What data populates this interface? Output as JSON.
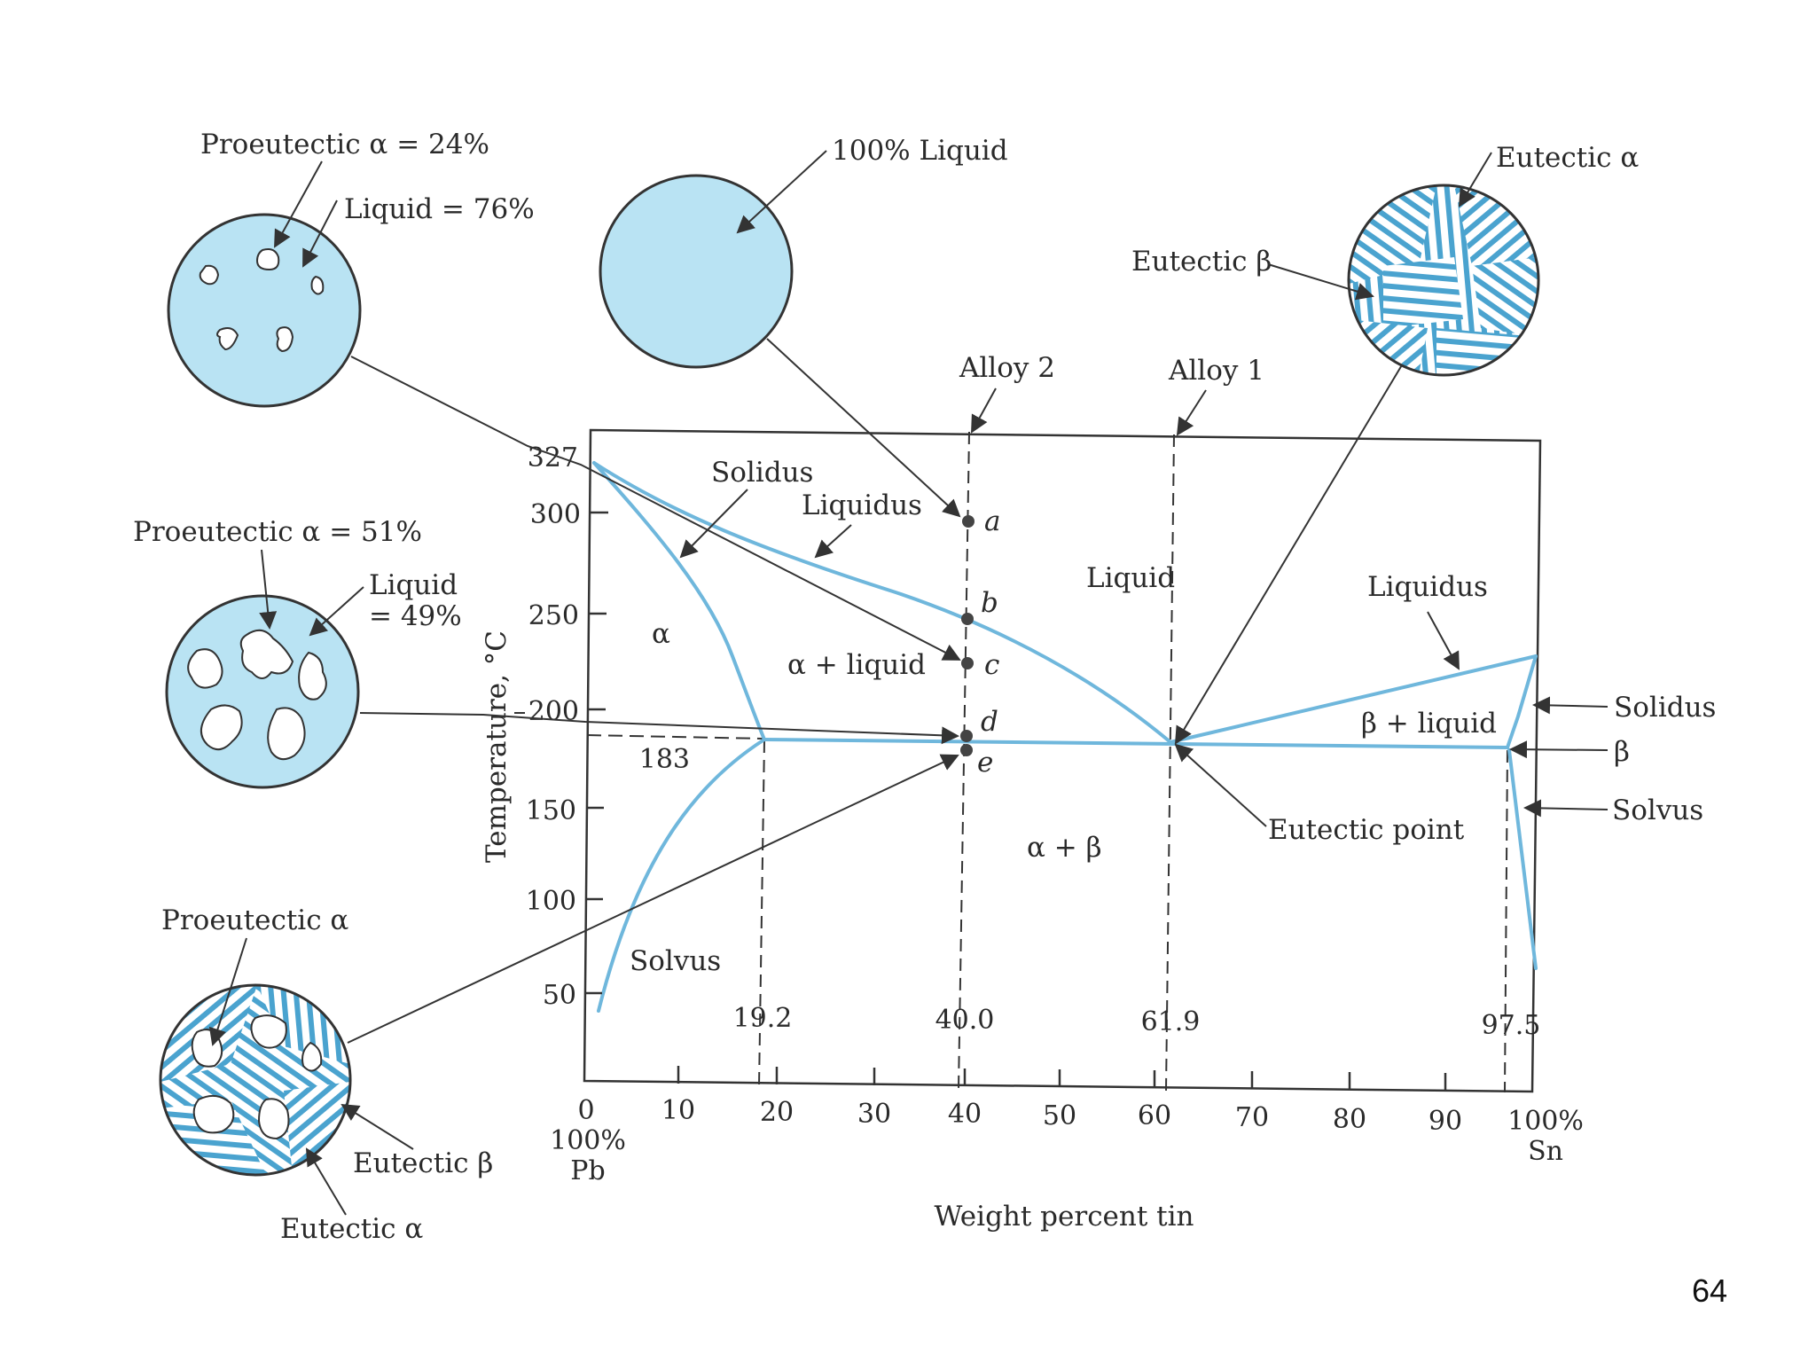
{
  "page_number": "64",
  "colors": {
    "phase_line": "#6fb7dc",
    "micro_fill": "#b9e3f3",
    "micro_stroke": "#333333",
    "lamella": "#4aa3cf"
  },
  "diagram": {
    "axis": {
      "ylabel": "Temperature, °C",
      "xlabel": "Weight percent tin",
      "y_ticks": [
        "327",
        "300",
        "250",
        "200",
        "183",
        "150",
        "100",
        "50"
      ],
      "x_ticks": [
        "0",
        "10",
        "20",
        "30",
        "40",
        "50",
        "60",
        "70",
        "80",
        "90"
      ],
      "x_left_end": [
        "100%",
        "Pb"
      ],
      "x_right_end": [
        "100%",
        "Sn"
      ],
      "compositions": [
        "19.2",
        "40.0",
        "61.9",
        "97.5"
      ]
    },
    "regions": {
      "liquid": "Liquid",
      "alpha": "α",
      "alpha_liquid": "α + liquid",
      "beta_liquid": "β + liquid",
      "alpha_beta": "α + β"
    },
    "lines": {
      "solidus_left": "Solidus",
      "liquidus_left": "Liquidus",
      "liquidus_right": "Liquidus",
      "solidus_right": "Solidus",
      "beta": "β",
      "solvus_right": "Solvus",
      "solvus_left": "Solvus",
      "eutectic_point": "Eutectic point"
    },
    "alloys": {
      "alloy2": "Alloy 2",
      "alloy1": "Alloy 1"
    },
    "points": [
      "a",
      "b",
      "c",
      "d",
      "e"
    ]
  },
  "micrographs": {
    "m1": {
      "label1": "Proeutectic α = 24%",
      "label2": "Liquid = 76%"
    },
    "m2": {
      "label1": "Proeutectic α = 51%",
      "label2a": "Liquid",
      "label2b": "= 49%"
    },
    "m3": {
      "label1": "Proeutectic α",
      "label2": "Eutectic β",
      "label3": "Eutectic α"
    },
    "liquid": {
      "label": "100% Liquid"
    },
    "eutectic": {
      "label1": "Eutectic α",
      "label2": "Eutectic β"
    }
  }
}
